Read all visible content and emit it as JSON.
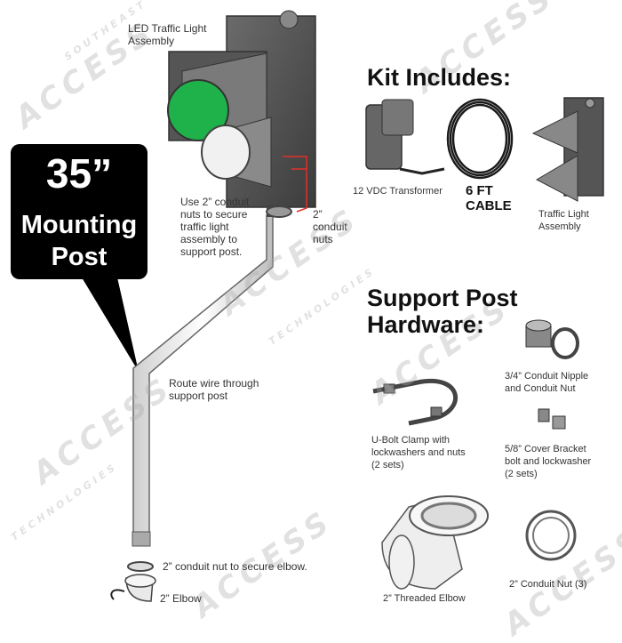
{
  "callout": {
    "line1": "35”",
    "line2": "Mounting",
    "line3": "Post",
    "background": "#000000",
    "text_color": "#ffffff"
  },
  "assembly": {
    "led_label": "LED Traffic Light\nAssembly",
    "use_conduit_text": "Use 2” conduit\nnuts to secure\ntraffic light\nassembly to\nsupport post.",
    "conduit_nuts_label": "2”\nconduit\nnuts",
    "route_wire_text": "Route wire through\nsupport post",
    "elbow_nut_text": "2” conduit nut to secure elbow.",
    "elbow_label": "2” Elbow",
    "lens_color": "#1fb14a",
    "leader_color": "#e0302a"
  },
  "kit": {
    "title": "Kit Includes:",
    "transformer_label": "12 VDC Transformer",
    "cable_label": "6 FT\nCABLE",
    "traffic_light_label": "Traffic Light\nAssembly"
  },
  "hardware": {
    "title": "Support Post\nHardware:",
    "nipple_label": "3/4” Conduit Nipple\nand Conduit Nut",
    "ubolt_label": "U-Bolt Clamp with\nlockwashers and nuts\n(2 sets)",
    "bracket_label": "5/8” Cover Bracket\nbolt and lockwasher\n(2 sets)",
    "threaded_elbow_label": "2” Threaded Elbow",
    "conduit_nut_label": "2” Conduit Nut (3)"
  },
  "watermark": {
    "brand": "ACCESS",
    "line_top": "SOUTHEAST",
    "line_bottom": "TECHNOLOGIES"
  }
}
